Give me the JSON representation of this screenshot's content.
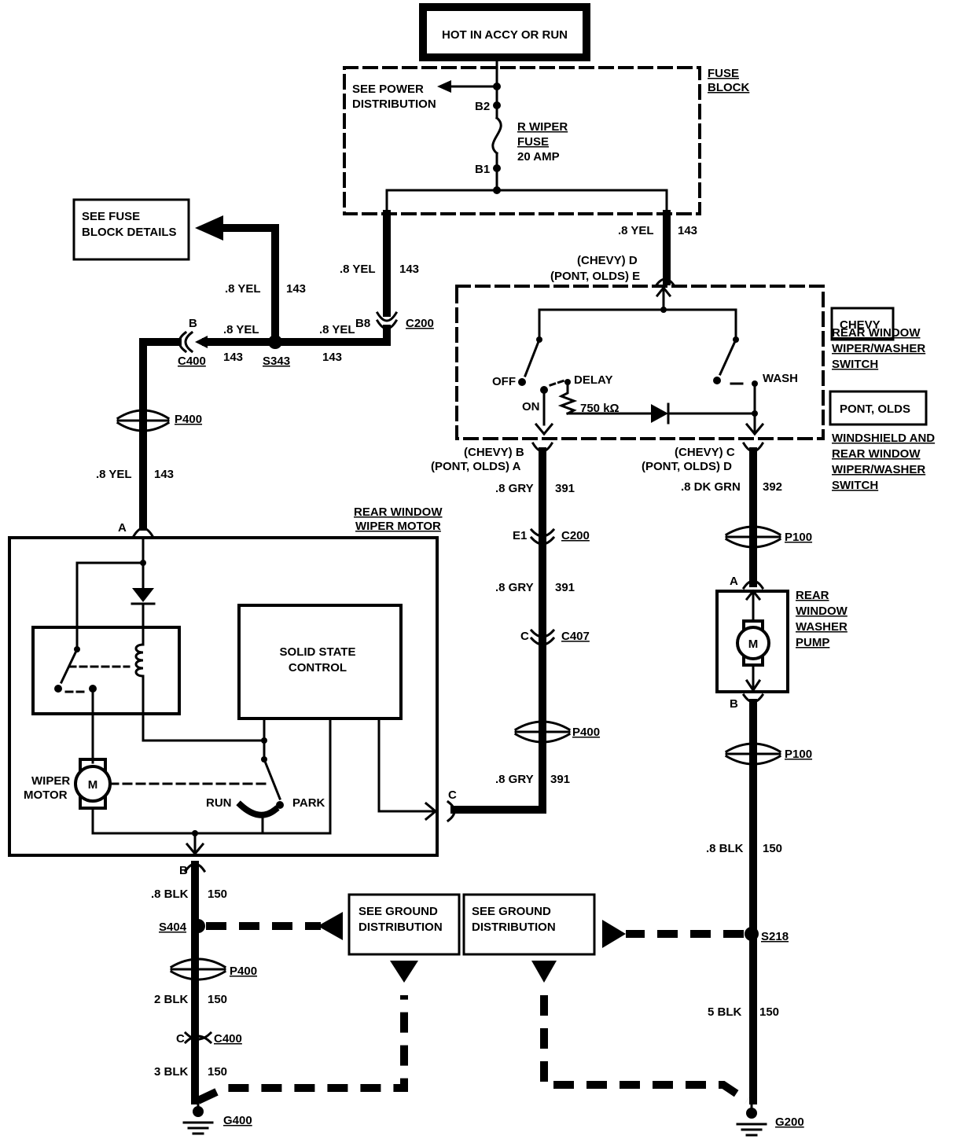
{
  "header": {
    "hot_label": "HOT IN ACCY OR RUN"
  },
  "fuse_block": {
    "title_line1": "FUSE",
    "title_line2": "BLOCK",
    "see_power_line1": "SEE  POWER",
    "see_power_line2": "DISTRIBUTION",
    "b2": "B2",
    "b1": "B1",
    "fuse_line1": "R WIPER",
    "fuse_line2": "FUSE",
    "fuse_line3": "20 AMP"
  },
  "see_fuse_block_details": {
    "line1": "SEE FUSE",
    "line2": "BLOCK DETAILS"
  },
  "wires": {
    "yel": ".8 YEL",
    "yel_circuit": "143",
    "gry": ".8 GRY",
    "gry_circuit": "391",
    "dkgrn": ".8 DK GRN",
    "dkgrn_circuit": "392",
    "blk08": ".8 BLK",
    "blk_circuit": "150",
    "blk2": "2 BLK",
    "blk3": "3 BLK",
    "blk5": "5 BLK"
  },
  "connectors": {
    "b8": "B8",
    "c200": "C200",
    "b": "B",
    "c400": "C400",
    "s343": "S343",
    "p400": "P400",
    "a": "A",
    "e1": "E1",
    "c": "C",
    "c407": "C407",
    "p100": "P100",
    "s404": "S404",
    "s218": "S218",
    "g400": "G400",
    "g200": "G200"
  },
  "switch": {
    "chevy_d": "(CHEVY)  D",
    "pont_e": "(PONT, OLDS)  E",
    "chevy_b": "(CHEVY)  B",
    "pont_a": "(PONT, OLDS)  A",
    "chevy_c": "(CHEVY)  C",
    "pont_d": "(PONT, OLDS)  D",
    "off": "OFF",
    "on": "ON",
    "delay": "DELAY",
    "wash": "WASH",
    "resistor": "750 kΩ",
    "chevy_box": "CHEVY",
    "chevy_desc": [
      "REAR  WINDOW",
      "WIPER/WASHER",
      "SWITCH"
    ],
    "pont_box": "PONT, OLDS",
    "pont_desc": [
      "WINDSHIELD  AND",
      "REAR  WINDOW",
      "WIPER/WASHER",
      "SWITCH"
    ]
  },
  "motor": {
    "title_line1": "REAR  WINDOW",
    "title_line2": "WIPER  MOTOR",
    "control_line1": "SOLID STATE",
    "control_line2": "CONTROL",
    "wiper_line1": "WIPER",
    "wiper_line2": "MOTOR",
    "m": "M",
    "run": "RUN",
    "park": "PARK"
  },
  "pump": {
    "line1": "REAR",
    "line2": "WINDOW",
    "line3": "WASHER",
    "line4": "PUMP",
    "m": "M"
  },
  "ground": {
    "line1": "SEE  GROUND",
    "line2": "DISTRIBUTION"
  }
}
